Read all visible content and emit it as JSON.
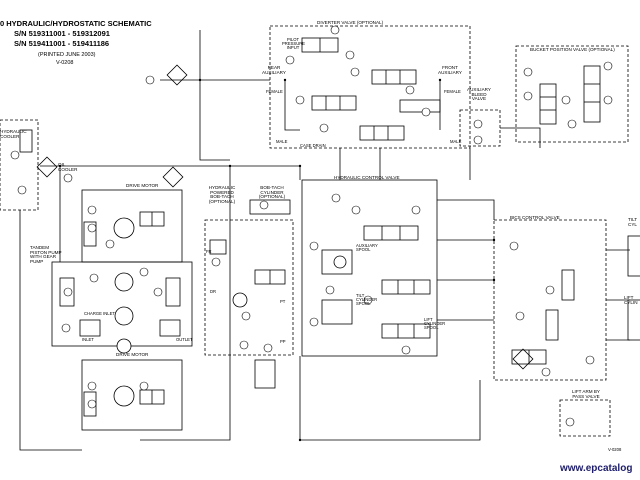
{
  "header": {
    "title": "0 HYDRAULIC/HYDROSTATIC SCHEMATIC",
    "serial_1": "S/N 519311001 - 519312091",
    "serial_2": "S/N 519411001 - 519411186",
    "printed": "(PRINTED JUNE 2003)",
    "code": "V-0208"
  },
  "labels": {
    "diverter_valve": "DIVERTER VALVE (OPTIONAL)",
    "bucket_position_valve": "BUCKET POSITION VALVE (OPTIONAL)",
    "pilot_pressure_input": "PILOT PRESSURE INPUT",
    "rear_auxiliary": "REAR AUXILIARY",
    "front_auxiliary": "FRONT AUXILIARY",
    "female": "FEMALE",
    "male": "MALE",
    "auxiliary_bleed_valve": "AUXILIARY BLEED VALVE",
    "case_drain": "CASE DRAIN",
    "hydraulic_cooler": "HYDRAULIC COOLER",
    "oil_cooler": "OIL COOLER",
    "drive_motor_top": "DRIVE MOTOR",
    "drive_motor_bottom": "DRIVE MOTOR",
    "tandem_piston_pump": "TANDEM PISTON PUMP WITH GEAR PUMP",
    "charge_inlet": "CHARGE INLET",
    "inlet": "INLET",
    "outlet": "OUTLET",
    "hydraulic_bobtach": "HYDRAULIC POWERED BOB-TACH (OPTIONAL)",
    "bobtach_cylinder": "BOB-TACH CYLINDER (OPTIONAL)",
    "hydraulic_control_valve": "HYDRAULIC CONTROL VALVE",
    "auxiliary_spool": "AUXILIARY SPOOL",
    "tilt_cylinder_spool": "TILT CYLINDER SPOOL",
    "lift_cylinder_spool": "LIFT CYLINDER SPOOL",
    "bics_control_valve": "BICS CONTROL VALVE",
    "tilt_cylinder": "TILT CYL",
    "lift_cylinder": "LIFT CYLIN",
    "lift_arm_bypass_valve": "LIFT ARM BY PASS VALVE",
    "dr": "DR",
    "pp": "PP",
    "fr": "FR",
    "pt": "PT",
    "v_code_bottom": "V-0208"
  },
  "watermark": "www.epcatalog",
  "colors": {
    "ink": "#000000",
    "paper": "#ffffff",
    "watermark": "#1d1d6b"
  }
}
